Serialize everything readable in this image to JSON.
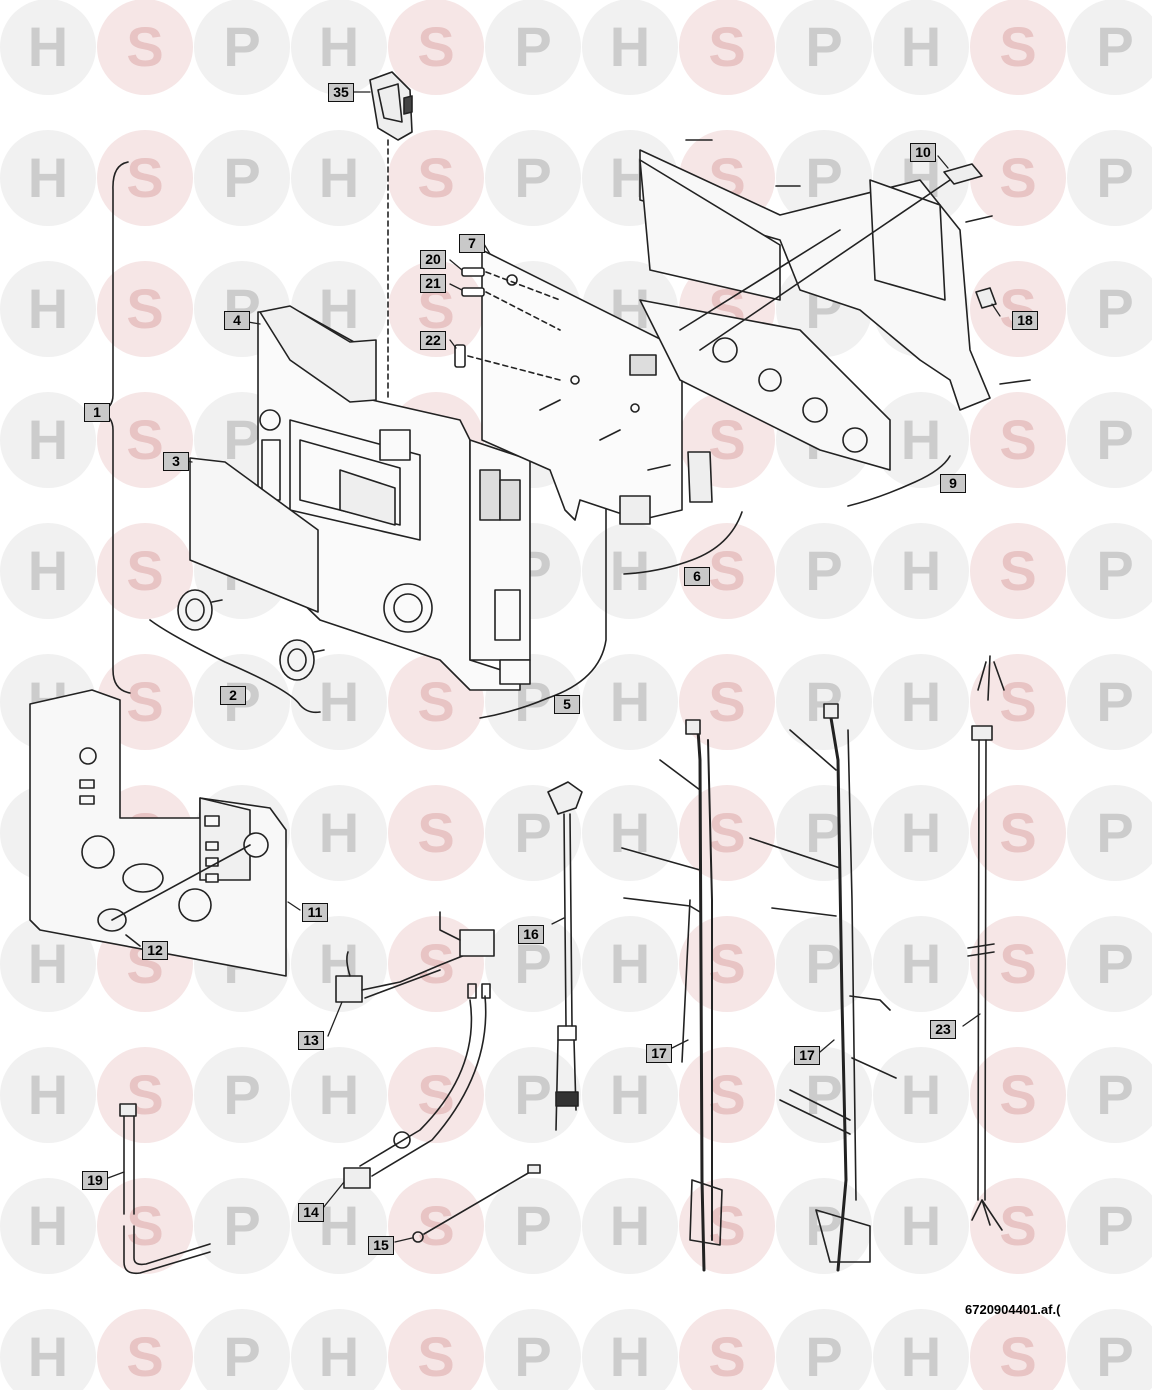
{
  "watermark": {
    "letters": [
      "H",
      "S",
      "P"
    ],
    "colors": {
      "H": "#cccccc",
      "S": "#e8c4c4",
      "P": "#cccccc"
    }
  },
  "callouts": {
    "c1": "1",
    "c2": "2",
    "c3": "3",
    "c4": "4",
    "c5": "5",
    "c6": "6",
    "c7": "7",
    "c9": "9",
    "c10": "10",
    "c11": "11",
    "c12": "12",
    "c13": "13",
    "c14": "14",
    "c15": "15",
    "c16": "16",
    "c17a": "17",
    "c17b": "17",
    "c18": "18",
    "c19": "19",
    "c20": "20",
    "c21": "21",
    "c22": "22",
    "c23": "23",
    "c35": "35"
  },
  "reference": "6720904401.af.("
}
